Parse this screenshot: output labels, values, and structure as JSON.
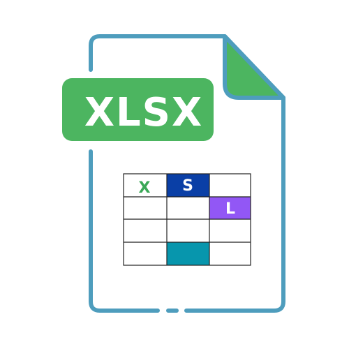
{
  "icon": {
    "name": "xlsx-file-icon",
    "badge_text": "XLSX",
    "grid_letters": {
      "x": "X",
      "s": "S",
      "l": "L"
    }
  },
  "colors": {
    "outline": "#4e9dbd",
    "badge_green": "#4cb560",
    "fold_green": "#4cb560",
    "cell_x_text": "#3aa857",
    "cell_s_bg": "#0a3fa6",
    "cell_l_bg": "#9257f5",
    "cell_teal_bg": "#0796ad",
    "grid_line": "#222222",
    "white": "#ffffff"
  }
}
